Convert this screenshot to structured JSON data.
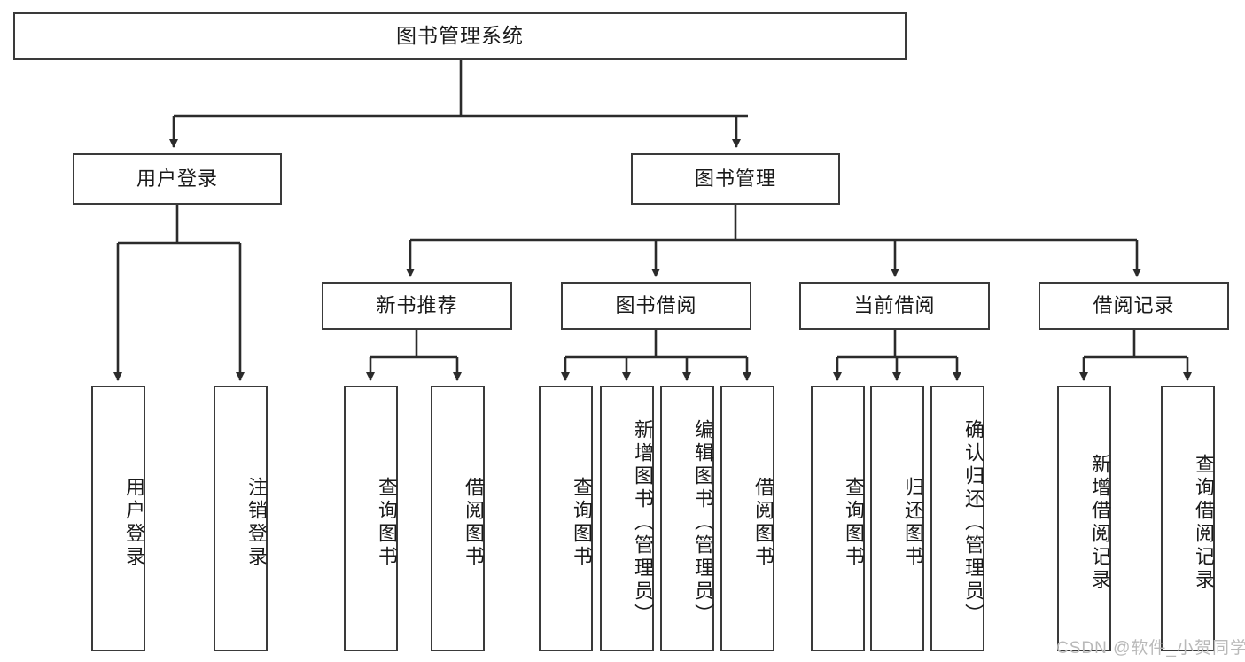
{
  "diagram": {
    "type": "tree",
    "title": "图书管理系统",
    "watermark": "CSDN @软件_小贺同学",
    "colors": {
      "box_border": "#3a3a3a",
      "box_fill": "#ffffff",
      "edge": "#2b2b2b",
      "text": "#1a1a1a",
      "watermark": "#b9b9b9",
      "background": "#ffffff"
    },
    "nodes": {
      "root": {
        "label": "图书管理系统"
      },
      "level1": [
        {
          "id": "user-login",
          "label": "用户登录"
        },
        {
          "id": "book-manage",
          "label": "图书管理"
        }
      ],
      "level2": [
        {
          "id": "new-book-recommend",
          "label": "新书推荐"
        },
        {
          "id": "book-borrow",
          "label": "图书借阅"
        },
        {
          "id": "current-borrow",
          "label": "当前借阅"
        },
        {
          "id": "borrow-record",
          "label": "借阅记录"
        }
      ],
      "leaves": {
        "user-login": [
          {
            "id": "leaf-user-login",
            "label": "用户登录"
          },
          {
            "id": "leaf-user-logout",
            "label": "注销登录"
          }
        ],
        "new-book-recommend": [
          {
            "id": "leaf-query-book-1",
            "label": "查询图书"
          },
          {
            "id": "leaf-borrow-book-1",
            "label": "借阅图书"
          }
        ],
        "book-borrow": [
          {
            "id": "leaf-query-book-2",
            "label": "查询图书"
          },
          {
            "id": "leaf-add-book",
            "label": "新增图书（管理员）"
          },
          {
            "id": "leaf-edit-book",
            "label": "编辑图书（管理员）"
          },
          {
            "id": "leaf-borrow-book-2",
            "label": "借阅图书"
          }
        ],
        "current-borrow": [
          {
            "id": "leaf-query-book-3",
            "label": "查询图书"
          },
          {
            "id": "leaf-return-book",
            "label": "归还图书"
          },
          {
            "id": "leaf-confirm-return",
            "label": "确认归还（管理员）"
          }
        ],
        "borrow-record": [
          {
            "id": "leaf-add-record",
            "label": "新增借阅记录"
          },
          {
            "id": "leaf-query-record",
            "label": "查询借阅记录"
          }
        ]
      }
    }
  }
}
